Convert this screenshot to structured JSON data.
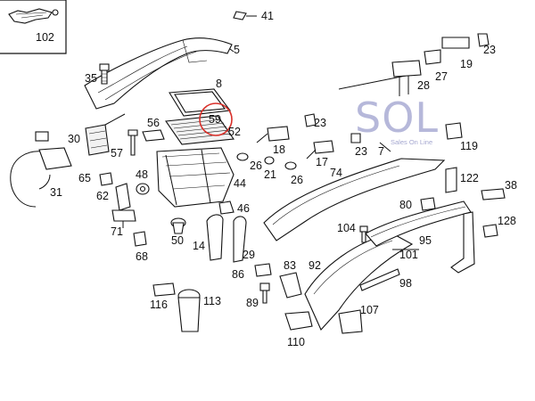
{
  "labels": {
    "p102": "102",
    "p41": "41",
    "p5": "5",
    "p35": "35",
    "p8": "8",
    "p59": "59",
    "p30": "30",
    "p56": "56",
    "p52": "52",
    "p57": "57",
    "p31": "31",
    "p65": "65",
    "p48": "48",
    "p44": "44",
    "p62": "62",
    "p46": "46",
    "p71": "71",
    "p50": "50",
    "p14": "14",
    "p29": "29",
    "p68": "68",
    "p86": "86",
    "p83": "83",
    "p92": "92",
    "p116": "116",
    "p113": "113",
    "p89": "89",
    "p110": "110",
    "p107": "107",
    "p98": "98",
    "p101": "101",
    "p95": "95",
    "p104": "104",
    "p80": "80",
    "p74": "74",
    "p23a": "23",
    "p18": "18",
    "p21": "21",
    "p26a": "26",
    "p26b": "26",
    "p17": "17",
    "p23b": "23",
    "p7": "7",
    "p19": "19",
    "p23c": "23",
    "p27": "27",
    "p28": "28",
    "p119": "119",
    "p122": "122",
    "p38": "38",
    "p128": "128"
  },
  "watermark": {
    "brand": "SOL",
    "tagline": "Sales On Line"
  },
  "colors": {
    "highlight_circle": "#d9302a",
    "watermark": "#7b7fbd"
  }
}
